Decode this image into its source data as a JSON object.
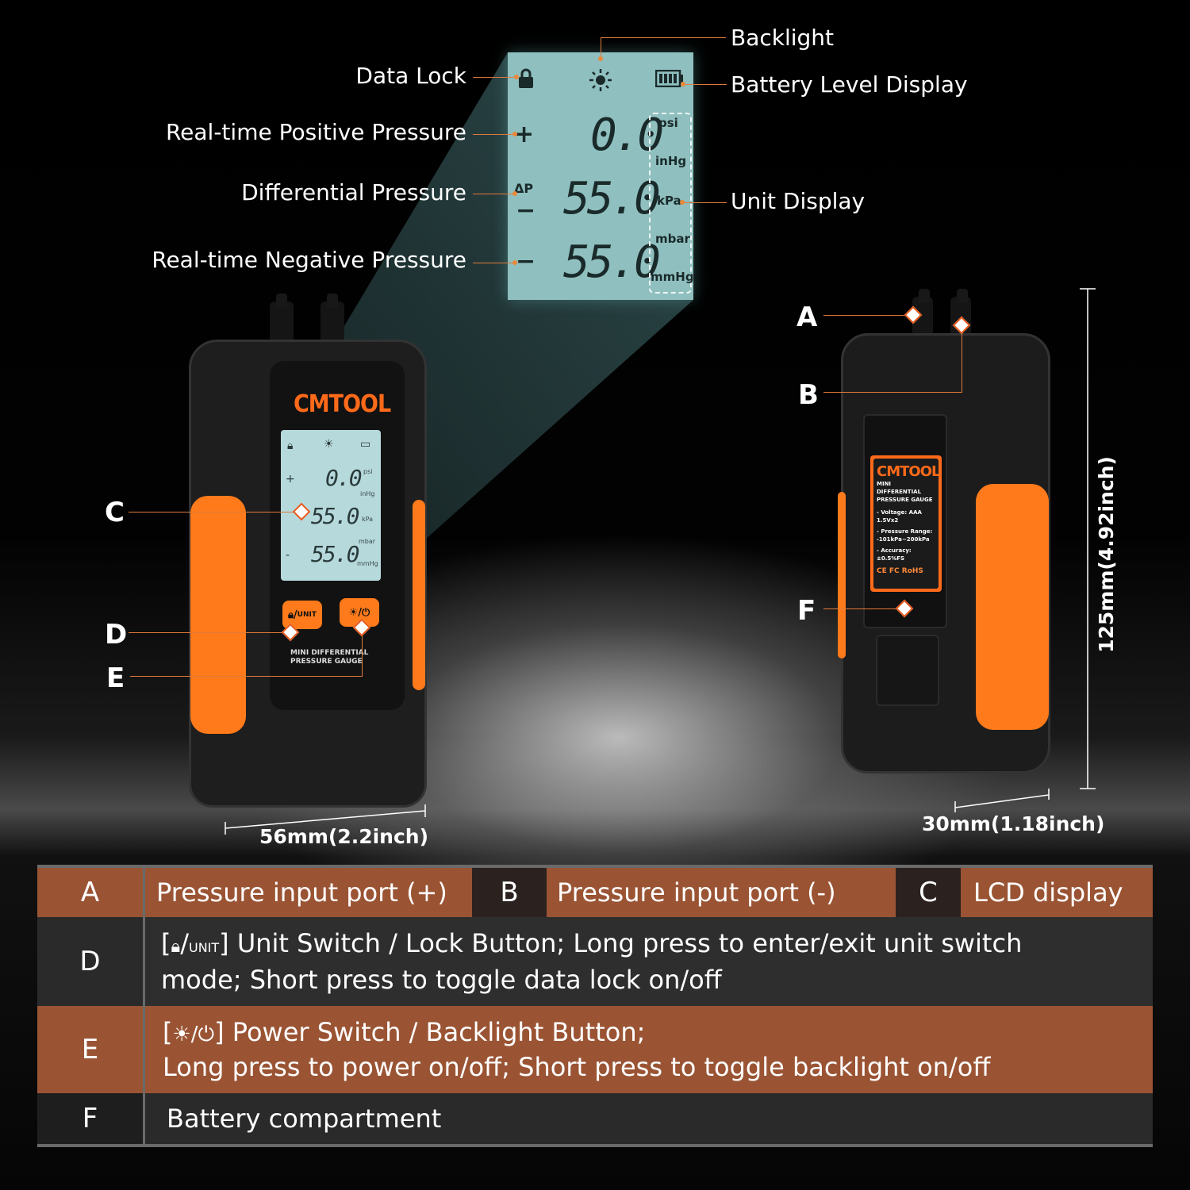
{
  "callouts": {
    "backlight": "Backlight",
    "data_lock": "Data Lock",
    "battery": "Battery Level Display",
    "positive": "Real-time Positive Pressure",
    "differential": "Differential Pressure",
    "unit_display": "Unit Display",
    "negative": "Real-time Negative Pressure"
  },
  "lcd": {
    "row1": "0.0",
    "row2": "55.0",
    "row3": "55.0",
    "delta": "ΔP",
    "units": [
      "psi",
      "inHg",
      "kPa",
      "mbar",
      "mmHg"
    ]
  },
  "device": {
    "brand": "CMTOOL",
    "front_caption_1": "MINI DIFFERENTIAL",
    "front_caption_2": "PRESSURE GAUGE",
    "btn_unit": "UNIT",
    "sticker_brand": "CMTOOL",
    "sticker_title_1": "MINI DIFFERENTIAL",
    "sticker_title_2": "PRESSURE GAUGE",
    "sticker_voltage": "- Voltage: AAA 1.5Vx2",
    "sticker_range_1": "- Pressure Range:",
    "sticker_range_2": "-101kPa~200kPa",
    "sticker_accuracy": "- Accuracy: ±0.5%FS",
    "sticker_cert": "CE FC RoHS"
  },
  "markers": {
    "a": "A",
    "b": "B",
    "c": "C",
    "d": "D",
    "e": "E",
    "f": "F"
  },
  "dimensions": {
    "width": "56mm(2.2inch)",
    "depth": "30mm(1.18inch)",
    "height": "125mm(4.92inch)"
  },
  "table": {
    "a_letter": "A",
    "a_text": "Pressure input port (+)",
    "b_letter": "B",
    "b_text": "Pressure input port (-)",
    "c_letter": "C",
    "c_text": "LCD display",
    "d_letter": "D",
    "d_text_1": "] Unit Switch / Lock Button; Long press to enter/exit unit switch",
    "d_text_2": "mode; Short press to toggle data lock on/off",
    "d_icon_unit": "UNIT",
    "e_letter": "E",
    "e_text_1": "] Power Switch / Backlight Button;",
    "e_text_2": "Long press to power on/off; Short press to toggle backlight on/off",
    "f_letter": "F",
    "f_text": "Battery compartment"
  },
  "colors": {
    "orange": "#ff7a1a",
    "row_brown": "#9a5434",
    "row_dark_brown": "#2b2220",
    "row_dark": "#2e2e2e",
    "letter_cell": "#2a2a2a"
  },
  "icons": [
    "lock-icon",
    "sun-icon",
    "battery-icon",
    "power-icon"
  ]
}
